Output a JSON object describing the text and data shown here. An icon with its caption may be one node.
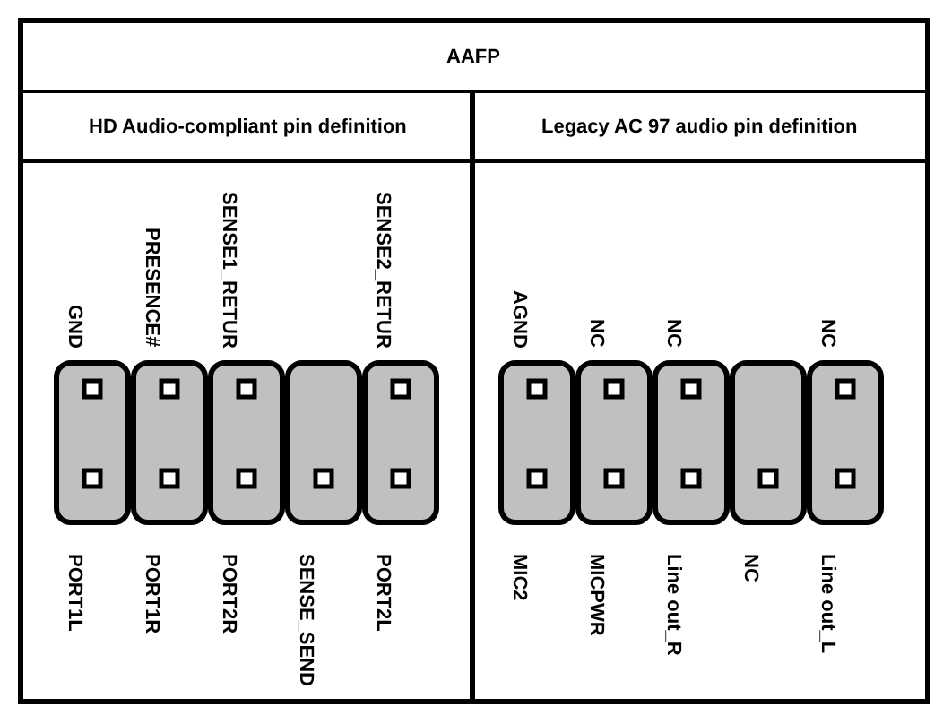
{
  "diagram": {
    "labels": [
      "AAFP",
      "HD Audio-compliant pin definition",
      "Legacy AC 97 audio pin definition",
      "GND",
      "PRESENCE#",
      "SENSE1_RETUR",
      "SENSE2_RETUR",
      "AGND",
      "NC",
      "NC",
      "NC",
      "PORT1L",
      "PORT1R",
      "PORT2R",
      "SENSE_SEND",
      "PORT2L",
      "MIC2",
      "MICPWR",
      "Line out_R",
      "NC",
      "Line out_L"
    ]
  }
}
